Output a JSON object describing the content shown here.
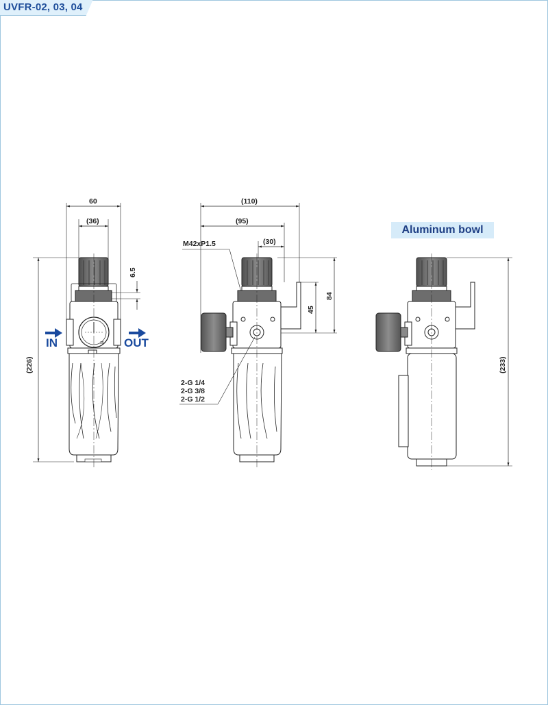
{
  "header": {
    "title": "UVFR-02, 03, 04"
  },
  "badge": {
    "label": "Aluminum bowl"
  },
  "front_view": {
    "width": "60",
    "inner_width": "(36)",
    "offset": "6.5",
    "height": "(226)",
    "in_label": "IN",
    "out_label": "OUT",
    "gauge_text": "10"
  },
  "side_view": {
    "overall": "(110)",
    "mid": "(95)",
    "small": "(30)",
    "thread": "M42xP1.5",
    "h45": "45",
    "h84": "84",
    "ports": [
      "2-G 1/4",
      "2-G 3/8",
      "2-G 1/2"
    ]
  },
  "alu_view": {
    "height": "(233)"
  },
  "colors": {
    "accent": "#1f4e9a",
    "badge_bg": "#d6ebf9",
    "knob": "#6b6b6b",
    "body": "#ffffff"
  }
}
